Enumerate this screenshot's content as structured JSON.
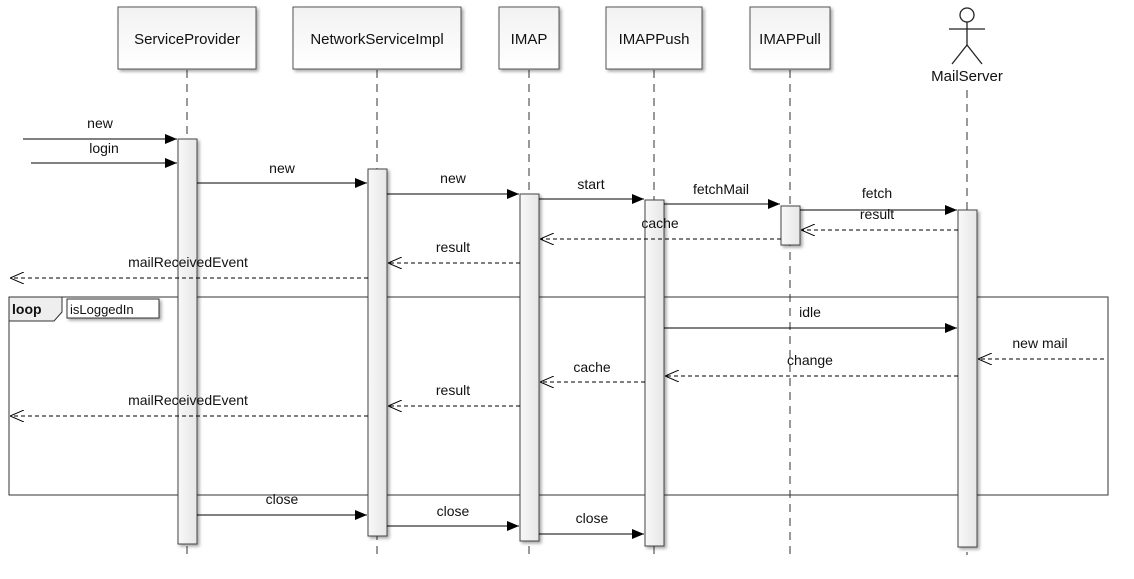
{
  "participants": [
    {
      "id": "sp",
      "name": "ServiceProvider",
      "kind": "box"
    },
    {
      "id": "ns",
      "name": "NetworkServiceImpl",
      "kind": "box"
    },
    {
      "id": "imap",
      "name": "IMAP",
      "kind": "box"
    },
    {
      "id": "push",
      "name": "IMAPPush",
      "kind": "box"
    },
    {
      "id": "pull",
      "name": "IMAPPull",
      "kind": "box"
    },
    {
      "id": "ms",
      "name": "MailServer",
      "kind": "actor"
    }
  ],
  "fragment": {
    "operator": "loop",
    "guard": "isLoggedIn"
  },
  "messages": [
    {
      "label": "new",
      "from": "left-edge",
      "to": "sp",
      "style": "sync"
    },
    {
      "label": "login",
      "from": "left-edge",
      "to": "sp",
      "style": "sync"
    },
    {
      "label": "new",
      "from": "sp",
      "to": "ns",
      "style": "sync"
    },
    {
      "label": "new",
      "from": "ns",
      "to": "imap",
      "style": "sync"
    },
    {
      "label": "start",
      "from": "imap",
      "to": "push",
      "style": "sync"
    },
    {
      "label": "fetchMail",
      "from": "push",
      "to": "pull",
      "style": "sync"
    },
    {
      "label": "fetch",
      "from": "pull",
      "to": "ms",
      "style": "sync"
    },
    {
      "label": "result",
      "from": "ms",
      "to": "pull",
      "style": "return"
    },
    {
      "label": "cache",
      "from": "pull",
      "to": "imap",
      "style": "return"
    },
    {
      "label": "result",
      "from": "imap",
      "to": "ns",
      "style": "return"
    },
    {
      "label": "mailReceivedEvent",
      "from": "ns",
      "to": "left-edge",
      "style": "return"
    },
    {
      "label": "idle",
      "from": "push",
      "to": "ms",
      "style": "sync"
    },
    {
      "label": "new mail",
      "from": "right-edge",
      "to": "ms",
      "style": "return"
    },
    {
      "label": "change",
      "from": "ms",
      "to": "push",
      "style": "return"
    },
    {
      "label": "cache",
      "from": "push",
      "to": "imap",
      "style": "return"
    },
    {
      "label": "result",
      "from": "imap",
      "to": "ns",
      "style": "return"
    },
    {
      "label": "mailReceivedEvent",
      "from": "ns",
      "to": "left-edge",
      "style": "return"
    },
    {
      "label": "close",
      "from": "sp",
      "to": "ns",
      "style": "sync"
    },
    {
      "label": "close",
      "from": "ns",
      "to": "imap",
      "style": "sync"
    },
    {
      "label": "close",
      "from": "imap",
      "to": "push",
      "style": "sync"
    }
  ]
}
